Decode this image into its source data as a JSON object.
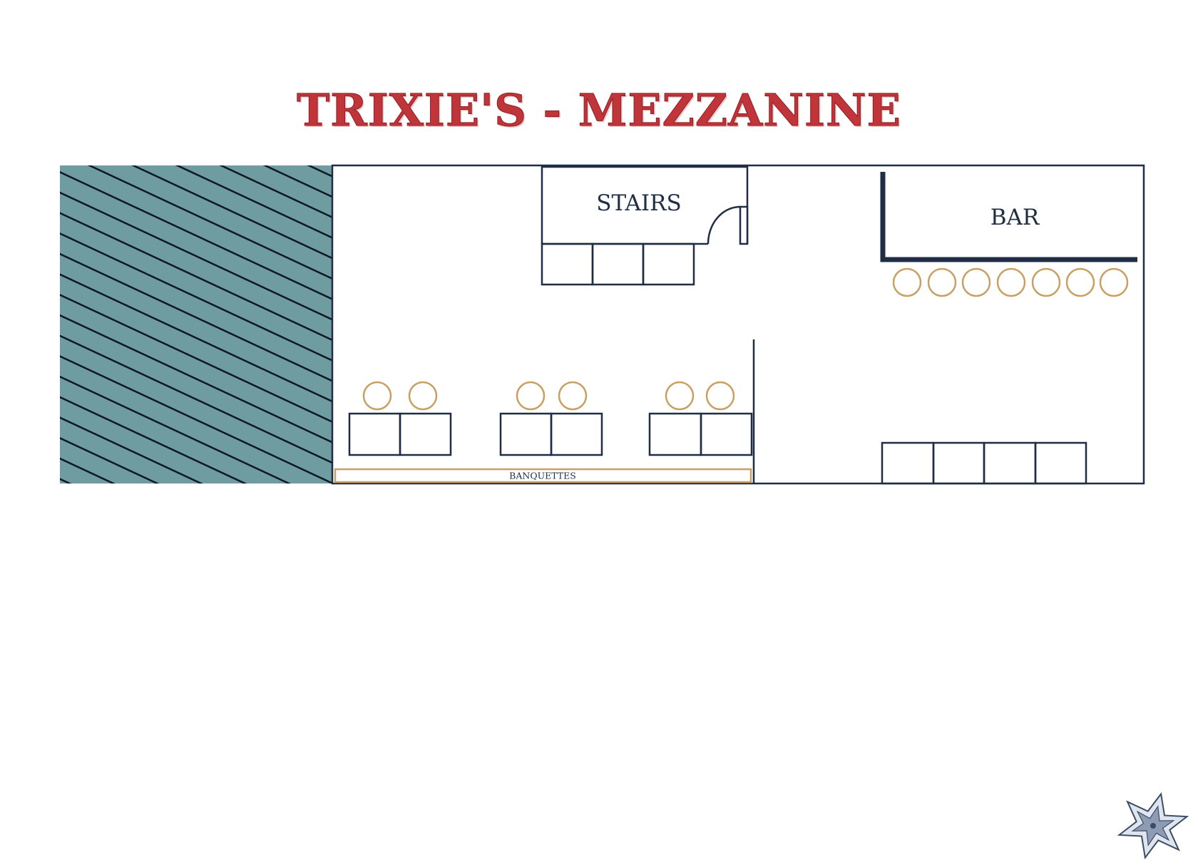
{
  "title": "TRIXIE'S - MEZZANINE",
  "labels": {
    "stairs": "STAIRS",
    "bar": "BAR",
    "banquettes": "BANQUETTES"
  },
  "colors": {
    "title": "#c0353a",
    "lines": "#1f2d45",
    "hatch_fill": "#6e9ca0",
    "stool_ring": "#c9a063",
    "banquette_border": "#c9a063",
    "logo": "#7f8fa6"
  },
  "icons": {
    "logo": "star-logo-icon"
  }
}
